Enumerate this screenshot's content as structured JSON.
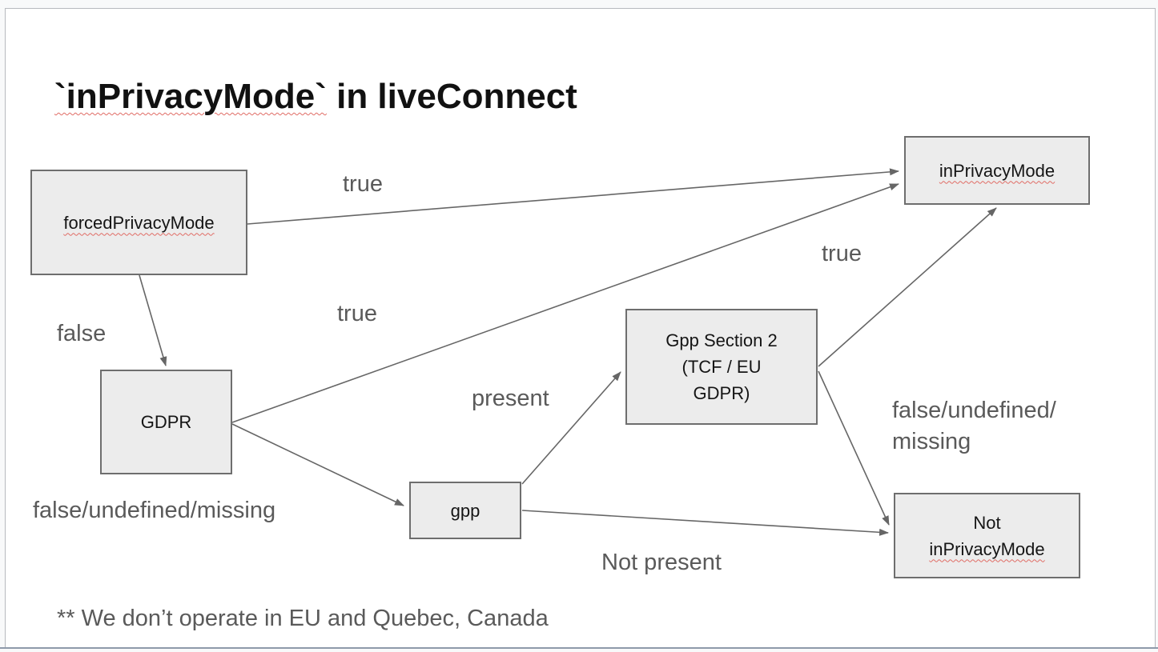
{
  "slide": {
    "title_highlighted": "`inPrivacyMode`",
    "title_rest": " in liveConnect",
    "footer_note": "** We don’t operate in EU and Quebec, Canada"
  },
  "colors": {
    "node_fill": "#ececec",
    "node_border": "#6e6e6e",
    "arrow": "#666666",
    "edge_label_text": "#5a5a5a",
    "spellcheck_squiggle": "#e06c65",
    "slide_background": "#ffffff",
    "workspace_background": "#f8f9fa"
  },
  "diagram": {
    "nodes": {
      "forced_privacy_mode": {
        "label": "forcedPrivacyMode"
      },
      "gdpr": {
        "label": "GDPR"
      },
      "gpp": {
        "label": "gpp"
      },
      "gpp_section_2": {
        "line1": "Gpp Section 2",
        "line2": "(TCF / EU",
        "line3": "GDPR)"
      },
      "in_privacy_mode": {
        "label": "inPrivacyMode"
      },
      "not_in_privacy_mode": {
        "line1": "Not",
        "line2": "inPrivacyMode"
      }
    },
    "edge_labels": {
      "forced_to_inprivacy": "true",
      "forced_to_gdpr": "false",
      "gdpr_to_inprivacy": "true",
      "gdpr_to_gpp": "false/undefined/missing",
      "gpp_to_section": "present",
      "gpp_to_notinprivacy": "Not present",
      "section_to_inprivacy": "true",
      "section_to_notinprivacy_line1": "false/undefined/",
      "section_to_notinprivacy_line2": "missing"
    },
    "edges": [
      {
        "from": "forcedPrivacyMode",
        "to": "inPrivacyMode",
        "label": "true"
      },
      {
        "from": "forcedPrivacyMode",
        "to": "GDPR",
        "label": "false"
      },
      {
        "from": "GDPR",
        "to": "inPrivacyMode",
        "label": "true"
      },
      {
        "from": "GDPR",
        "to": "gpp",
        "label": "false/undefined/missing"
      },
      {
        "from": "gpp",
        "to": "Gpp Section 2 (TCF / EU GDPR)",
        "label": "present"
      },
      {
        "from": "gpp",
        "to": "Not inPrivacyMode",
        "label": "Not present"
      },
      {
        "from": "Gpp Section 2 (TCF / EU GDPR)",
        "to": "inPrivacyMode",
        "label": "true"
      },
      {
        "from": "Gpp Section 2 (TCF / EU GDPR)",
        "to": "Not inPrivacyMode",
        "label": "false/undefined/missing"
      }
    ]
  }
}
